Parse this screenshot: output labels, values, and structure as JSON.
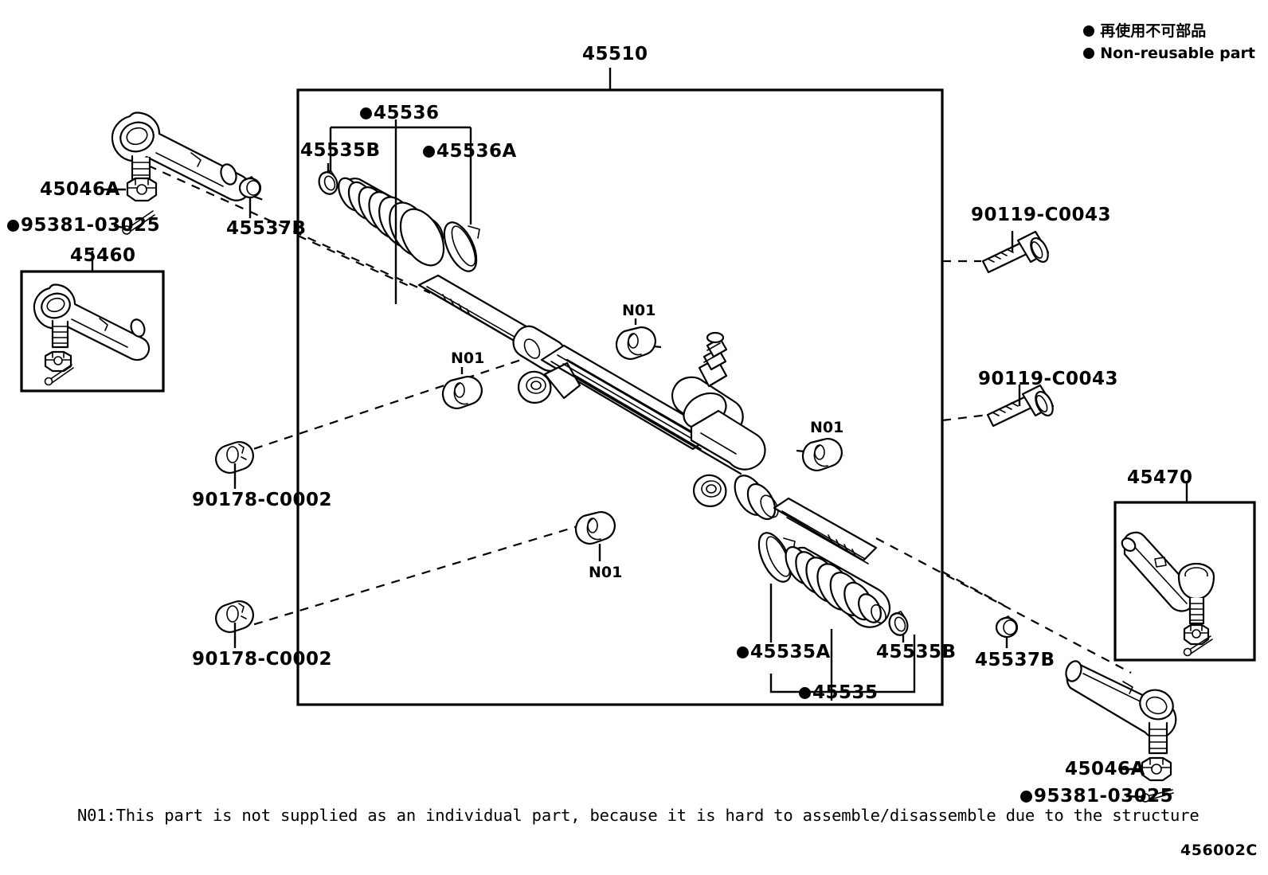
{
  "legend": {
    "japanese": "再使用不可部品",
    "english": "Non-reusable part",
    "marker_color": "#000000"
  },
  "main_group": {
    "label": "45510"
  },
  "footnote": {
    "text": "N01:This part is not supplied as an individual part, because it is hard to assemble/disassemble due to the structure"
  },
  "diagram_code": "456002C",
  "insets": [
    {
      "label": "45460",
      "name": "tie-rod-end-left-inset"
    },
    {
      "label": "45470",
      "name": "tie-rod-end-right-inset"
    }
  ],
  "labels": {
    "nut_upper_left": "45046A",
    "cotter_pin_upper_left": "95381-03025",
    "clamp_upper_left": "45537B",
    "boot_band_small_upper": "45535B",
    "boot_set_upper": "45536",
    "boot_clamp_upper": "45536A",
    "bolt_upper_right": "90119-C0043",
    "bolt_lower_right": "90119-C0043",
    "nut_mid_left": "90178-C0002",
    "nut_lower_left": "90178-C0002",
    "boot_band_lower_a": "45535A",
    "boot_band_lower_b": "45535B",
    "boot_set_lower": "45535",
    "clamp_lower_right": "45537B",
    "nut_lower_right": "45046A",
    "cotter_pin_lower_right": "95381-03025",
    "bushing_1": "N01",
    "bushing_2": "N01",
    "bushing_3": "N01",
    "bushing_4": "N01",
    "inset_left": "45460",
    "inset_right": "45470",
    "group_box": "45510"
  }
}
